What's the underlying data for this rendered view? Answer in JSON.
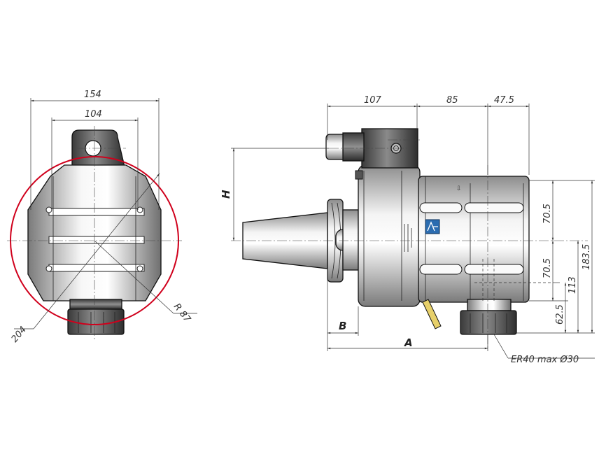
{
  "front_view": {
    "dims": {
      "overall_width": "154",
      "inner_width": "104",
      "diameter": "204",
      "radius": "R 87"
    },
    "highlight_color": "#d0001c"
  },
  "side_view": {
    "dims": {
      "shank_to_body": "107",
      "body_length": "85",
      "collet_offset": "47.5",
      "upper_height": "70.5",
      "lower_height": "70.5",
      "overall_height": "183.5",
      "axis_to_collet": "113",
      "collet_height": "62.5"
    },
    "letters": {
      "height": "H",
      "flange": "B",
      "length": "A"
    },
    "callout": "ER40 max Ø30",
    "logo_color": "#2b6cb0"
  }
}
